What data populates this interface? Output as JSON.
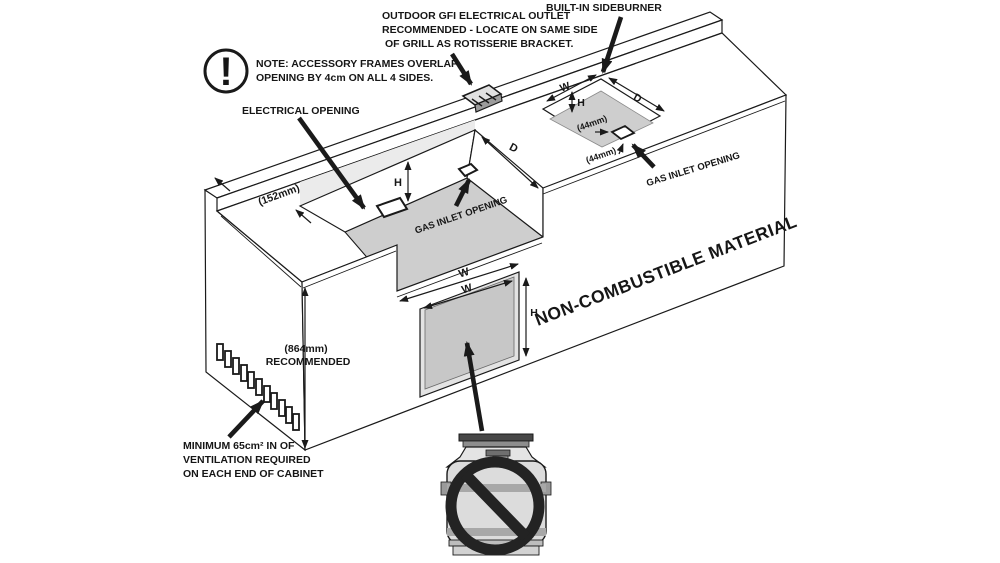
{
  "labels": {
    "outdoor_gfi_line1": "OUTDOOR GFI ELECTRICAL OUTLET",
    "outdoor_gfi_line2": "RECOMMENDED - LOCATE ON SAME SIDE",
    "outdoor_gfi_line3": "OF GRILL AS ROTISSERIE BRACKET.",
    "built_in_sideburner": "BUILT-IN SIDEBURNER",
    "note_line1": "NOTE: ACCESSORY FRAMES OVERLAP",
    "note_line2": "OPENING BY 4cm ON ALL 4 SIDES.",
    "electrical_opening": "ELECTRICAL OPENING",
    "gas_inlet_opening_main": "GAS INLET OPENING",
    "gas_inlet_opening_sideburner": "GAS INLET OPENING",
    "non_combustible": "NON-COMBUSTIBLE MATERIAL",
    "recommended_height_value": "(864mm)",
    "recommended_height_caption": "RECOMMENDED",
    "countertop_depth": "(152mm)",
    "sideburner_inlet_offset_top": "(44mm)",
    "sideburner_inlet_offset_bottom": "(44mm)",
    "ventilation_line1": "MINIMUM 65cm² IN OF",
    "ventilation_line2": "VENTILATION REQUIRED",
    "ventilation_line3": "ON EACH END OF CABINET",
    "warning_icon_glyph": "!"
  },
  "dimensions": {
    "width_letter": "W",
    "height_letter": "H",
    "depth_letter": "D"
  },
  "colors": {
    "line": "#1a1a1a",
    "cutout_floor": "#cecece",
    "panel_inner": "#c7c7c7",
    "strip_tint": "#ebebeb",
    "tank_body": "#dcdcdc",
    "prohibition": "#232323"
  }
}
